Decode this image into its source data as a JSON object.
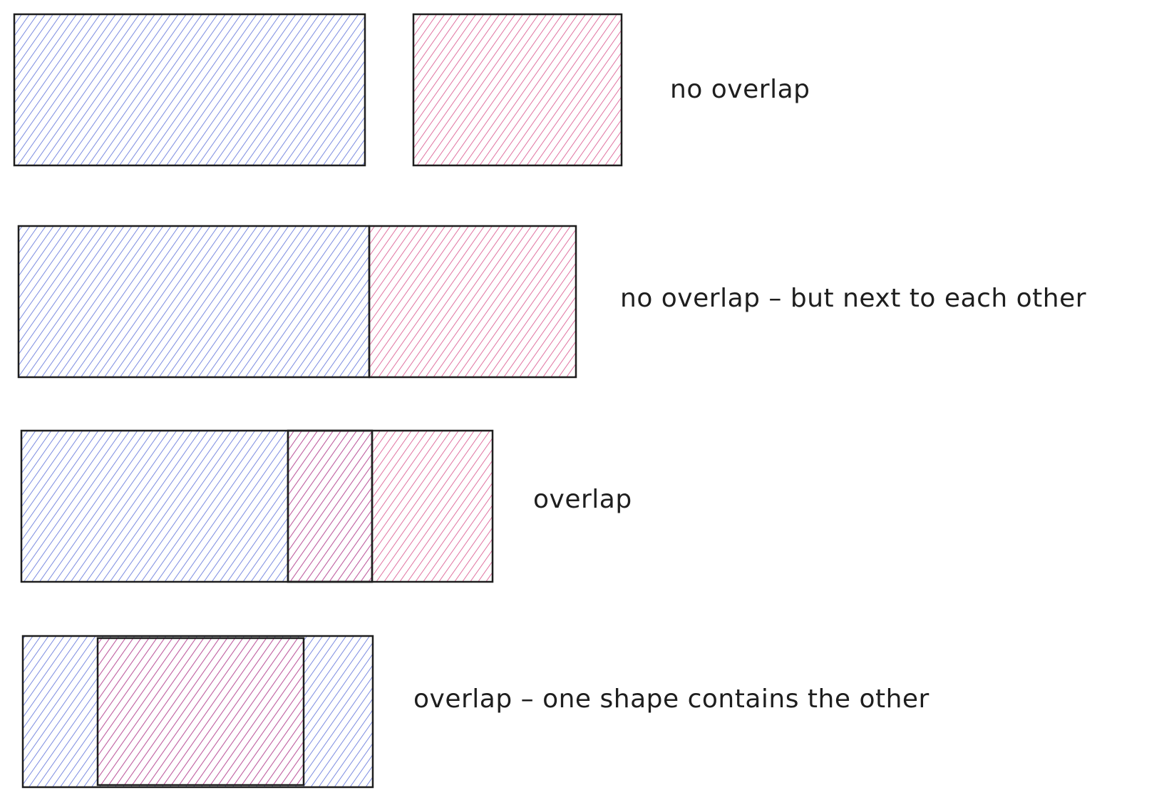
{
  "colors": {
    "blue_hatch": "#5b6fd9",
    "pink_hatch": "#d9508a",
    "outline": "#1e1e1e",
    "background": "#ffffff"
  },
  "rows": [
    {
      "label": "no overlap",
      "relation": "separate"
    },
    {
      "label": "no overlap – but next to each other",
      "relation": "adjacent"
    },
    {
      "label": "overlap",
      "relation": "partial"
    },
    {
      "label": "overlap – one shape contains the other",
      "relation": "contained"
    }
  ]
}
